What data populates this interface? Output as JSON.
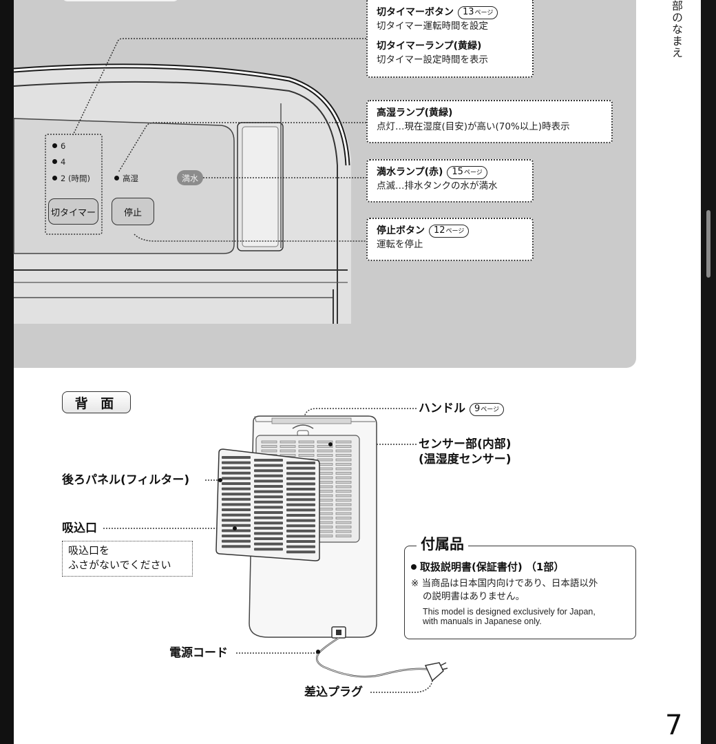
{
  "side_title": "部のなまえ",
  "page_number": "7",
  "control_panel": {
    "hours": [
      "6",
      "4",
      "2 (時間)"
    ],
    "high_humidity_label": "高湿",
    "full_water_label": "満水",
    "timer_button": "切タイマー",
    "stop_button": "停止"
  },
  "callouts": {
    "timer_button": {
      "title": "切タイマーボタン",
      "page": "13",
      "page_unit": "ページ",
      "desc": "切タイマー運転時間を設定"
    },
    "timer_lamp": {
      "title": "切タイマーランプ(黄緑)",
      "desc": "切タイマー設定時間を表示"
    },
    "high_humidity_lamp": {
      "title": "高湿ランプ(黄緑)",
      "desc": "点灯…現在湿度(目安)が高い(70%以上)時表示"
    },
    "full_water_lamp": {
      "title": "満水ランプ(赤)",
      "page": "15",
      "page_unit": "ページ",
      "desc": "点滅…排水タンクの水が満水"
    },
    "stop_button": {
      "title": "停止ボタン",
      "page": "12",
      "page_unit": "ページ",
      "desc": "運転を停止"
    }
  },
  "back": {
    "section_title": "背 面",
    "handle": {
      "label": "ハンドル",
      "page": "9",
      "page_unit": "ページ"
    },
    "sensor_line1": "センサー部(内部)",
    "sensor_line2": "(温湿度センサー)",
    "rear_panel": "後ろパネル(フィルター)",
    "intake": "吸込口",
    "intake_note_line1": "吸込口を",
    "intake_note_line2": "ふさがないでください",
    "power_cord": "電源コード",
    "plug": "差込プラグ"
  },
  "accessories": {
    "title": "付属品",
    "item": "取扱説明書(保証書付) （1部）",
    "note_line1": "※ 当商品は日本国内向けであり、日本語以外",
    "note_line2": "の説明書はありません。",
    "english_line1": "This model is designed exclusively for Japan,",
    "english_line2": "with manuals in Japanese only."
  }
}
